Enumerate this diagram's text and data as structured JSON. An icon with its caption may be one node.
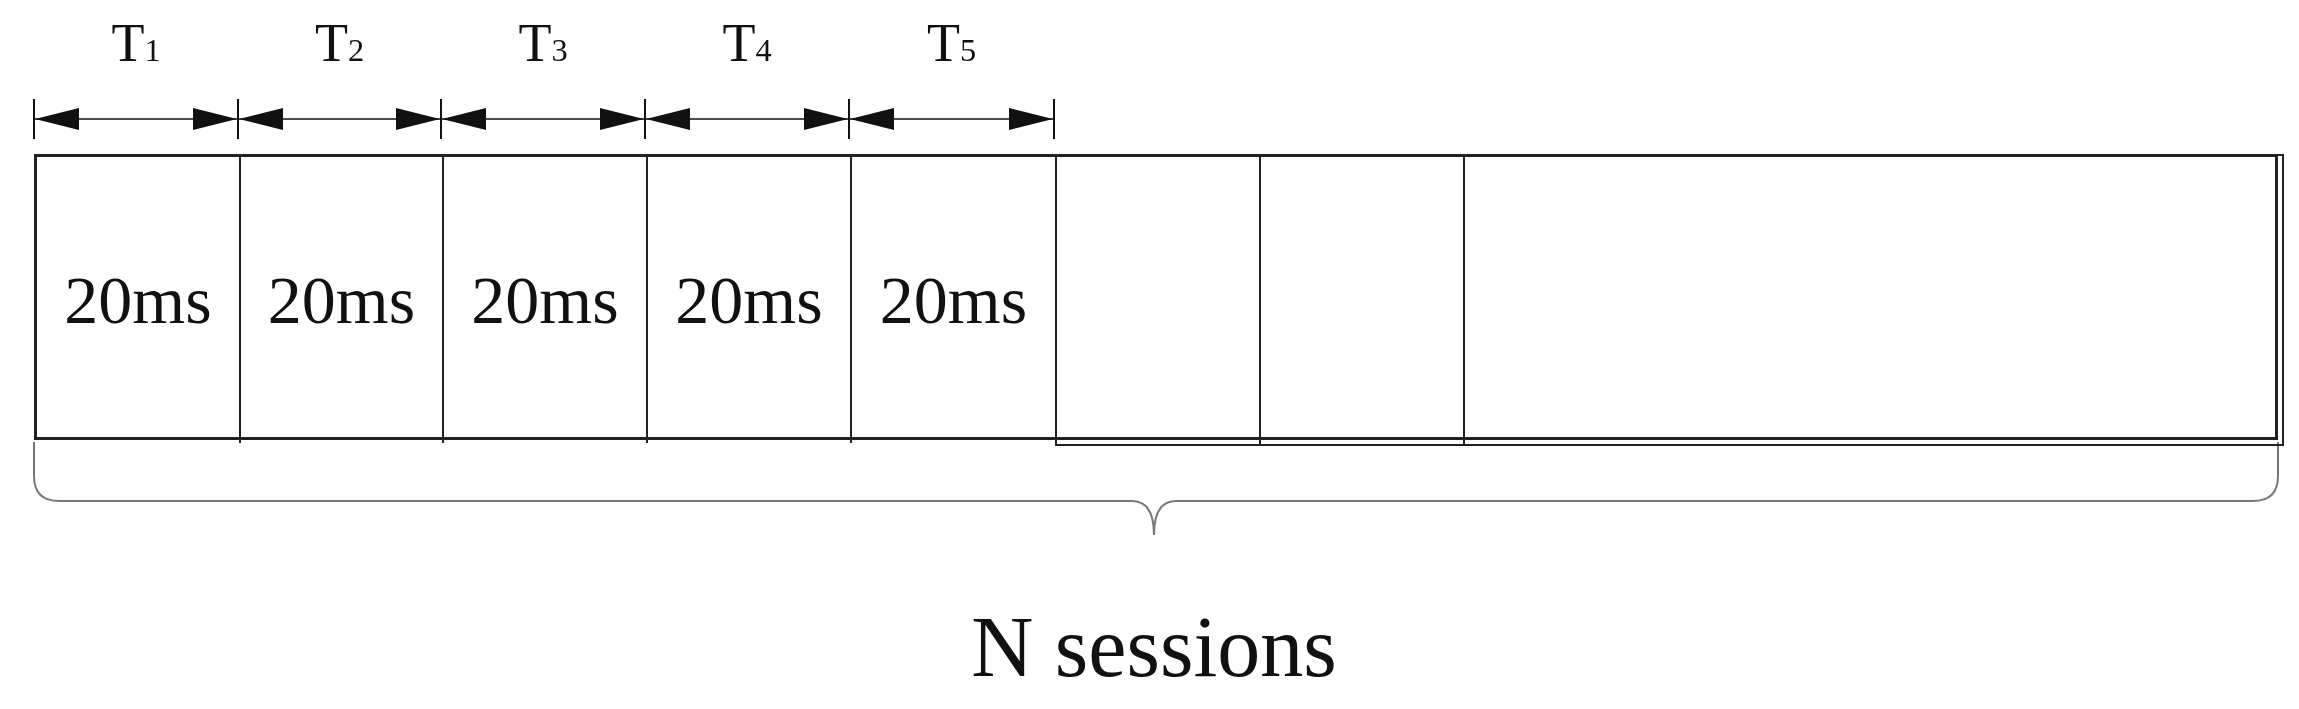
{
  "diagram": {
    "nodes": [
      {
        "text": [],
        "shape": "bar"
      },
      {
        "text": [
          "20ms"
        ],
        "in": 0
      },
      {
        "text": [
          "20ms"
        ],
        "in": 0
      },
      {
        "text": [
          "20ms"
        ],
        "in": 0
      },
      {
        "text": [
          "20ms"
        ],
        "in": 0
      },
      {
        "text": [
          "20ms"
        ],
        "in": 0
      },
      {
        "text": [],
        "shape": "box",
        "in": 0
      },
      {
        "text": [],
        "shape": "box",
        "in": 0
      },
      {
        "text": [],
        "shape": "box",
        "in": 0
      }
    ],
    "edges": [],
    "labels": [
      "T$_{1}$",
      "T$_{2}$",
      "T$_{3}$",
      "T$_{4}$",
      "T$_{5}$",
      "N sessions"
    ]
  }
}
